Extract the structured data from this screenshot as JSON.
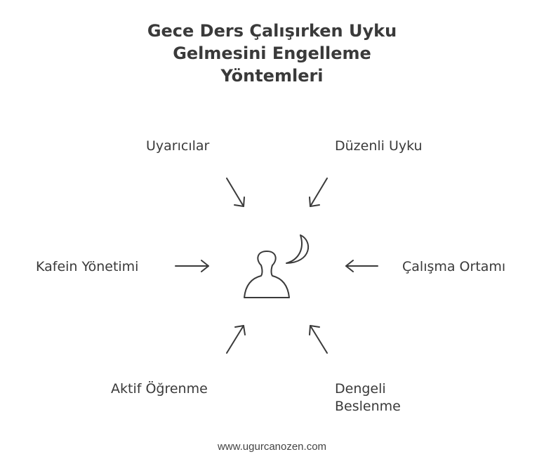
{
  "title": {
    "line1": "Gece Ders Çalışırken Uyku",
    "line2": "Gelmesini Engelleme",
    "line3": "Yöntemleri"
  },
  "nodes": {
    "uyaricilar": "Uyarıcılar",
    "duzenli_uyku": "Düzenli Uyku",
    "kafein": "Kafein Yönetimi",
    "calisma_ortami": "Çalışma Ortamı",
    "aktif_ogrenme": "Aktif Öğrenme",
    "dengeli_line1": "Dengeli",
    "dengeli_line2": "Beslenme"
  },
  "center_icons": [
    "person-icon",
    "moon-icon"
  ],
  "footer": "www.ugurcanozen.com",
  "colors": {
    "ink": "#3a3a3a",
    "background": "#ffffff"
  }
}
